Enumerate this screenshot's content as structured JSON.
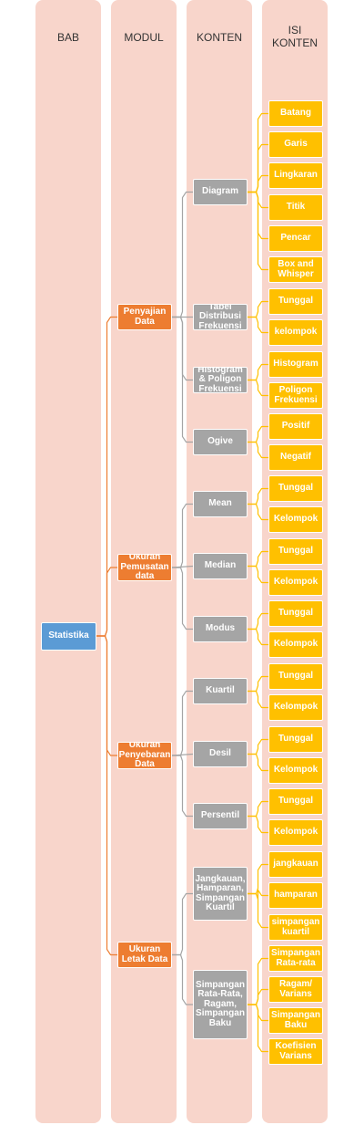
{
  "columns": {
    "bab": "BAB",
    "modul": "MODUL",
    "konten": "KONTEN",
    "isi": "ISI KONTEN"
  },
  "root": "Statistika",
  "modul": [
    "Penyajian Data",
    "Ukuran Pemusatan data",
    "Ukuran Penyebaran Data",
    "Ukuran Letak Data"
  ],
  "konten": [
    "Diagram",
    "Tabel Distribusi Frekuensi",
    "Histogram & Poligon Frekuensi",
    "Ogive",
    "Mean",
    "Median",
    "Modus",
    "Kuartil",
    "Desil",
    "Persentil",
    "Jangkauan, Hamparan, Simpangan Kuartil",
    "Simpangan Rata-Rata, Ragam, Simpangan Baku"
  ],
  "isi": [
    "Batang",
    "Garis",
    "Lingkaran",
    "Titik",
    "Pencar",
    "Box and Whisper",
    "Tunggal",
    "kelompok",
    "Histogram",
    "Poligon Frekuensi",
    "Positif",
    "Negatif",
    "Tunggal",
    "Kelompok",
    "Tunggal",
    "Kelompok",
    "Tunggal",
    "Kelompok",
    "Tunggal",
    "Kelompok",
    "Tunggal",
    "Kelompok",
    "Tunggal",
    "Kelompok",
    "jangkauan",
    "hamparan",
    "simpangan kuartil",
    "Simpangan Rata-rata",
    "Ragam/ Varians",
    "Simpangan Baku",
    "Koefisien Varians"
  ],
  "colors": {
    "bab": "#5b9bd5",
    "modul": "#ed7d31",
    "konten": "#a5a5a5",
    "isi": "#ffc000",
    "column_bg": "#f8d5cb"
  }
}
